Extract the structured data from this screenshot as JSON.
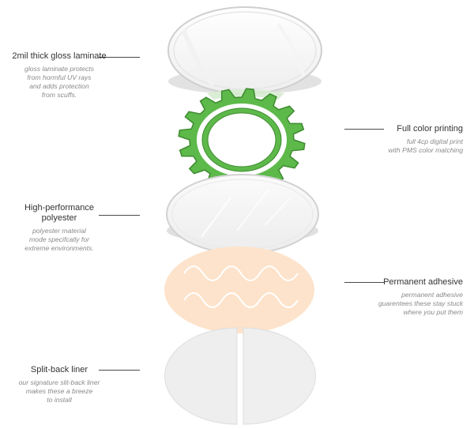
{
  "layers": [
    {
      "id": "laminate",
      "title": "2mil thick gloss laminate",
      "description_lines": [
        "gloss laminate protects",
        "from hormful UV rays",
        "and adds protection",
        "from scuffs."
      ],
      "side": "left"
    },
    {
      "id": "printing",
      "title": "Full color printing",
      "description_lines": [
        "full 4cp digital print",
        "with PMS color matching"
      ],
      "side": "right"
    },
    {
      "id": "polyester",
      "title_lines": [
        "High-performance",
        "polyester"
      ],
      "description_lines": [
        "polyester material",
        "mode specifcally for",
        "extreme environments."
      ],
      "side": "left"
    },
    {
      "id": "adhesive",
      "title": "Permanent adhesive",
      "description_lines": [
        "permanent adhesive",
        "guarentees these stay stuck",
        "where you put them"
      ],
      "side": "right"
    },
    {
      "id": "liner",
      "title": "Split-back liner",
      "description_lines": [
        "our signature slit-back liner",
        "makes these a breeze",
        "to install"
      ],
      "side": "left"
    }
  ],
  "colors": {
    "gear_green": "#5db94a",
    "gear_stroke": "#3e8a30",
    "adhesive_peach": "#fde3cb",
    "liner_gray": "#eeeeee",
    "text_dark": "#333333",
    "text_muted": "#8a8a8a"
  }
}
